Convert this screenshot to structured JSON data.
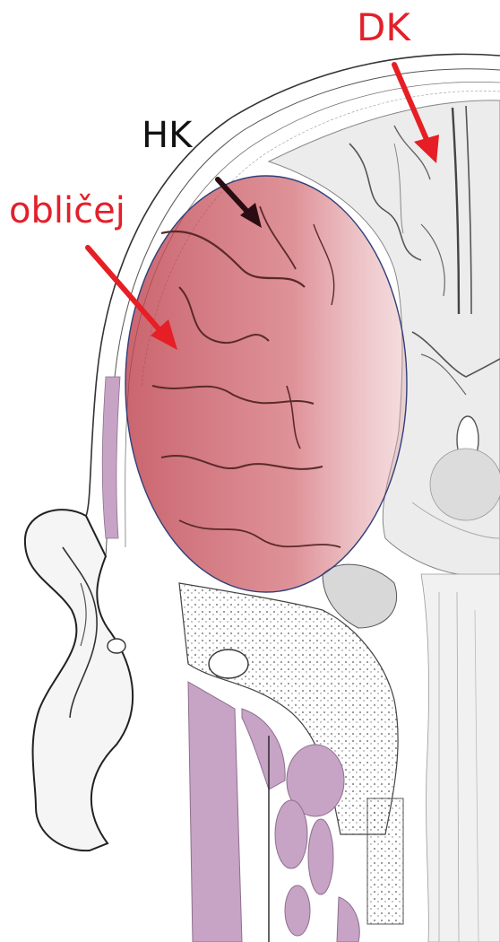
{
  "labels": {
    "dk": "DK",
    "hk": "HK",
    "face": "obličej"
  },
  "colors": {
    "label_red": "#e3202a",
    "label_black": "#111111",
    "arrow_red": "#e51f25",
    "arrow_dark": "#2a0d12",
    "overlay_fill": "#c94a55",
    "overlay_stroke": "#30407a",
    "muscle": "#c7a3c5",
    "cortex_gray": "#d9d9d9",
    "sulcus": "#5a2a2a"
  },
  "overlay": {
    "shape": "ellipse",
    "opacity": 0.55
  }
}
